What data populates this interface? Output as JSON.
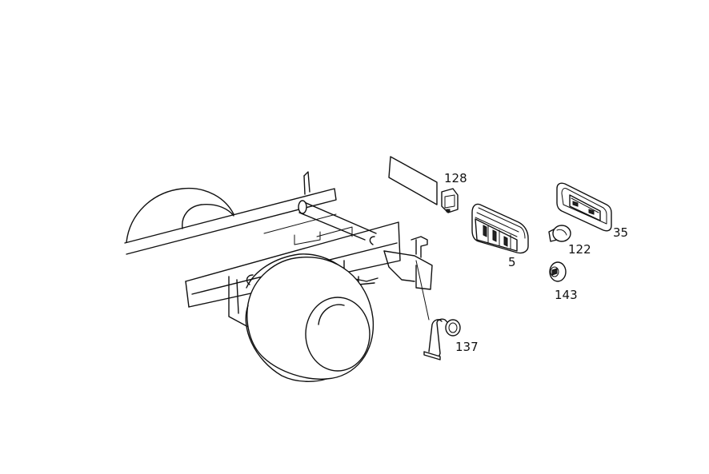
{
  "diagram": {
    "parts": [
      {
        "id": "lamp-lens-strip",
        "label": ""
      },
      {
        "id": "reflector",
        "label": "128"
      },
      {
        "id": "tail-lamp",
        "label": "5"
      },
      {
        "id": "lamp-gasket",
        "label": "35"
      },
      {
        "id": "bulb",
        "label": "122"
      },
      {
        "id": "bulb-socket",
        "label": "143"
      },
      {
        "id": "side-marker-lamp",
        "label": "137"
      }
    ]
  }
}
